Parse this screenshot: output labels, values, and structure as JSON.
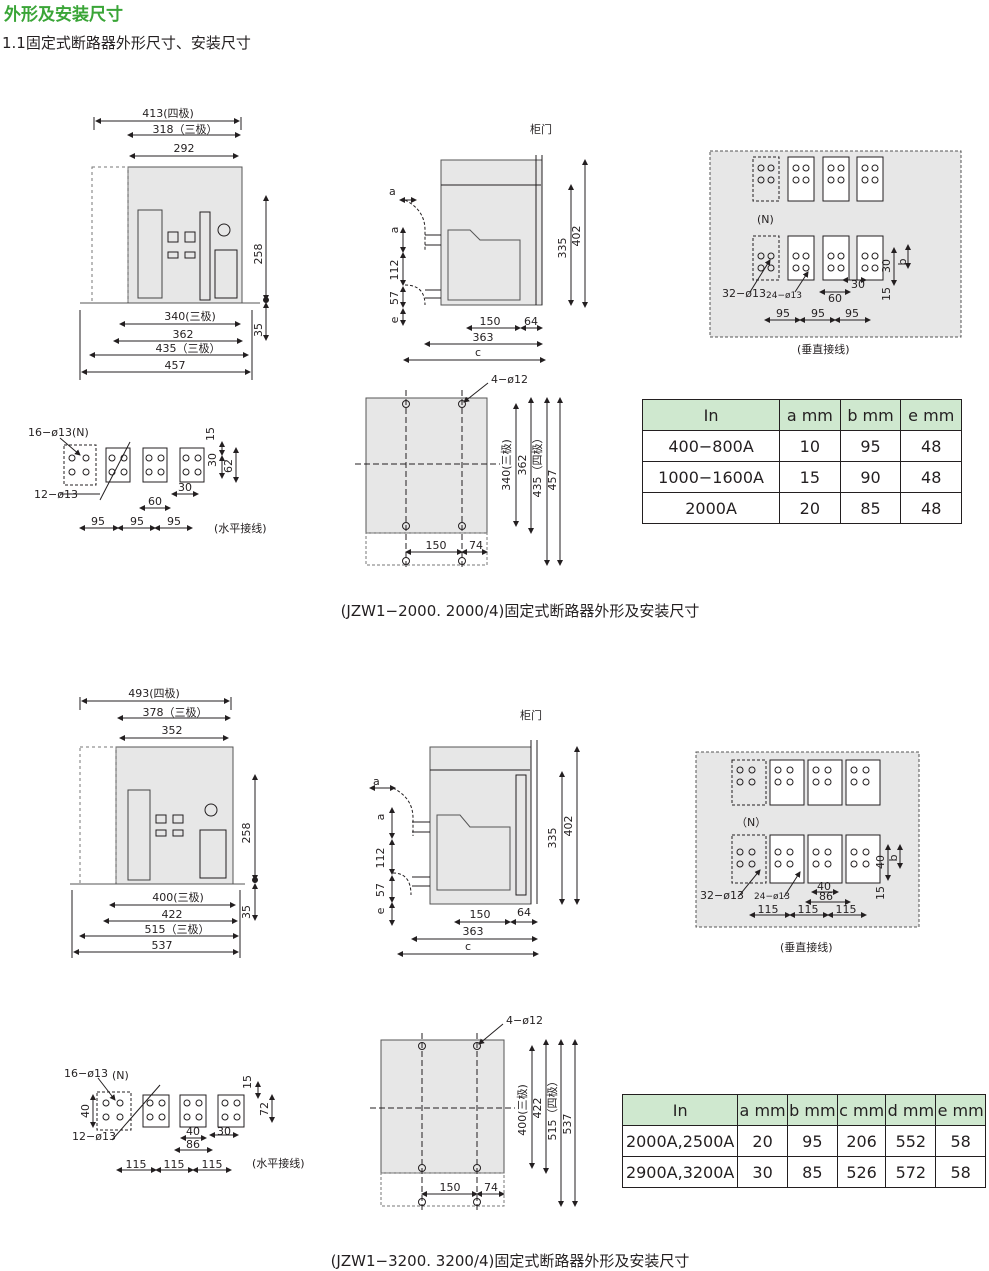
{
  "header": {
    "title": "外形及安装尺寸",
    "subtitle": "1.1固定式断路器外形尺寸、安装尺寸"
  },
  "colors": {
    "heading": "#3aa537",
    "table_header": "#cfe8cf",
    "panel_fill": "#e7e7e7"
  },
  "drawing1": {
    "front_dims": [
      "413(四极)",
      "318（三极）",
      "292",
      "258",
      "340(三极)",
      "362",
      "435（三极）",
      "457",
      "35"
    ],
    "side": {
      "label_door": "柜门",
      "dims": [
        "a",
        "a",
        "112",
        "57",
        "e",
        "335",
        "402",
        "150",
        "64",
        "363",
        "c"
      ]
    },
    "terminals_vertical": {
      "labels": [
        "(N)",
        "32−ø13",
        "24−ø13",
        "60",
        "30",
        "b",
        "15",
        "95",
        "95",
        "95",
        "30"
      ],
      "caption": "(垂直接线)"
    },
    "terminals_horizontal": {
      "labels": [
        "16−ø13",
        "(N)",
        "12−ø13",
        "15",
        "30",
        "62",
        "60",
        "30",
        "95",
        "95",
        "95"
      ],
      "caption": "(水平接线)"
    },
    "mounting": {
      "labels": [
        "4−ø12",
        "340(三极)",
        "362",
        "435（四极）",
        "457",
        "150",
        "74"
      ]
    },
    "caption": "(JZW1−2000. 2000/4)固定式断路器外形及安装尺寸"
  },
  "table1": {
    "headers": [
      "In",
      "a mm",
      "b mm",
      "e mm"
    ],
    "rows": [
      [
        "400−800A",
        "10",
        "95",
        "48"
      ],
      [
        "1000−1600A",
        "15",
        "90",
        "48"
      ],
      [
        "2000A",
        "20",
        "85",
        "48"
      ]
    ]
  },
  "drawing2": {
    "front_dims": [
      "493(四极)",
      "378（三极）",
      "352",
      "258",
      "400(三极)",
      "422",
      "515（三极）",
      "537",
      "35"
    ],
    "side": {
      "label_door": "柜门",
      "dims": [
        "a",
        "a",
        "112",
        "57",
        "e",
        "335",
        "402",
        "150",
        "64",
        "363",
        "c"
      ]
    },
    "terminals_vertical": {
      "labels": [
        "（N）",
        "32−ø13",
        "24−ø13",
        "40",
        "86",
        "115",
        "115",
        "115",
        "40",
        "b",
        "15"
      ],
      "caption": "(垂直接线)"
    },
    "terminals_horizontal": {
      "labels": [
        "16−ø13",
        "(N)",
        "12−ø13",
        "40",
        "15",
        "72",
        "40",
        "86",
        "30",
        "115",
        "115",
        "115"
      ],
      "caption": "(水平接线)"
    },
    "mounting": {
      "labels": [
        "4−ø12",
        "400(三极)",
        "422",
        "515（四极）",
        "537",
        "150",
        "74"
      ]
    },
    "caption": "(JZW1−3200. 3200/4)固定式断路器外形及安装尺寸"
  },
  "table2": {
    "headers": [
      "In",
      "a mm",
      "b mm",
      "c mm",
      "d mm",
      "e mm"
    ],
    "rows": [
      [
        "2000A,2500A",
        "20",
        "95",
        "206",
        "552",
        "58"
      ],
      [
        "2900A,3200A",
        "30",
        "85",
        "526",
        "572",
        "58"
      ]
    ]
  }
}
